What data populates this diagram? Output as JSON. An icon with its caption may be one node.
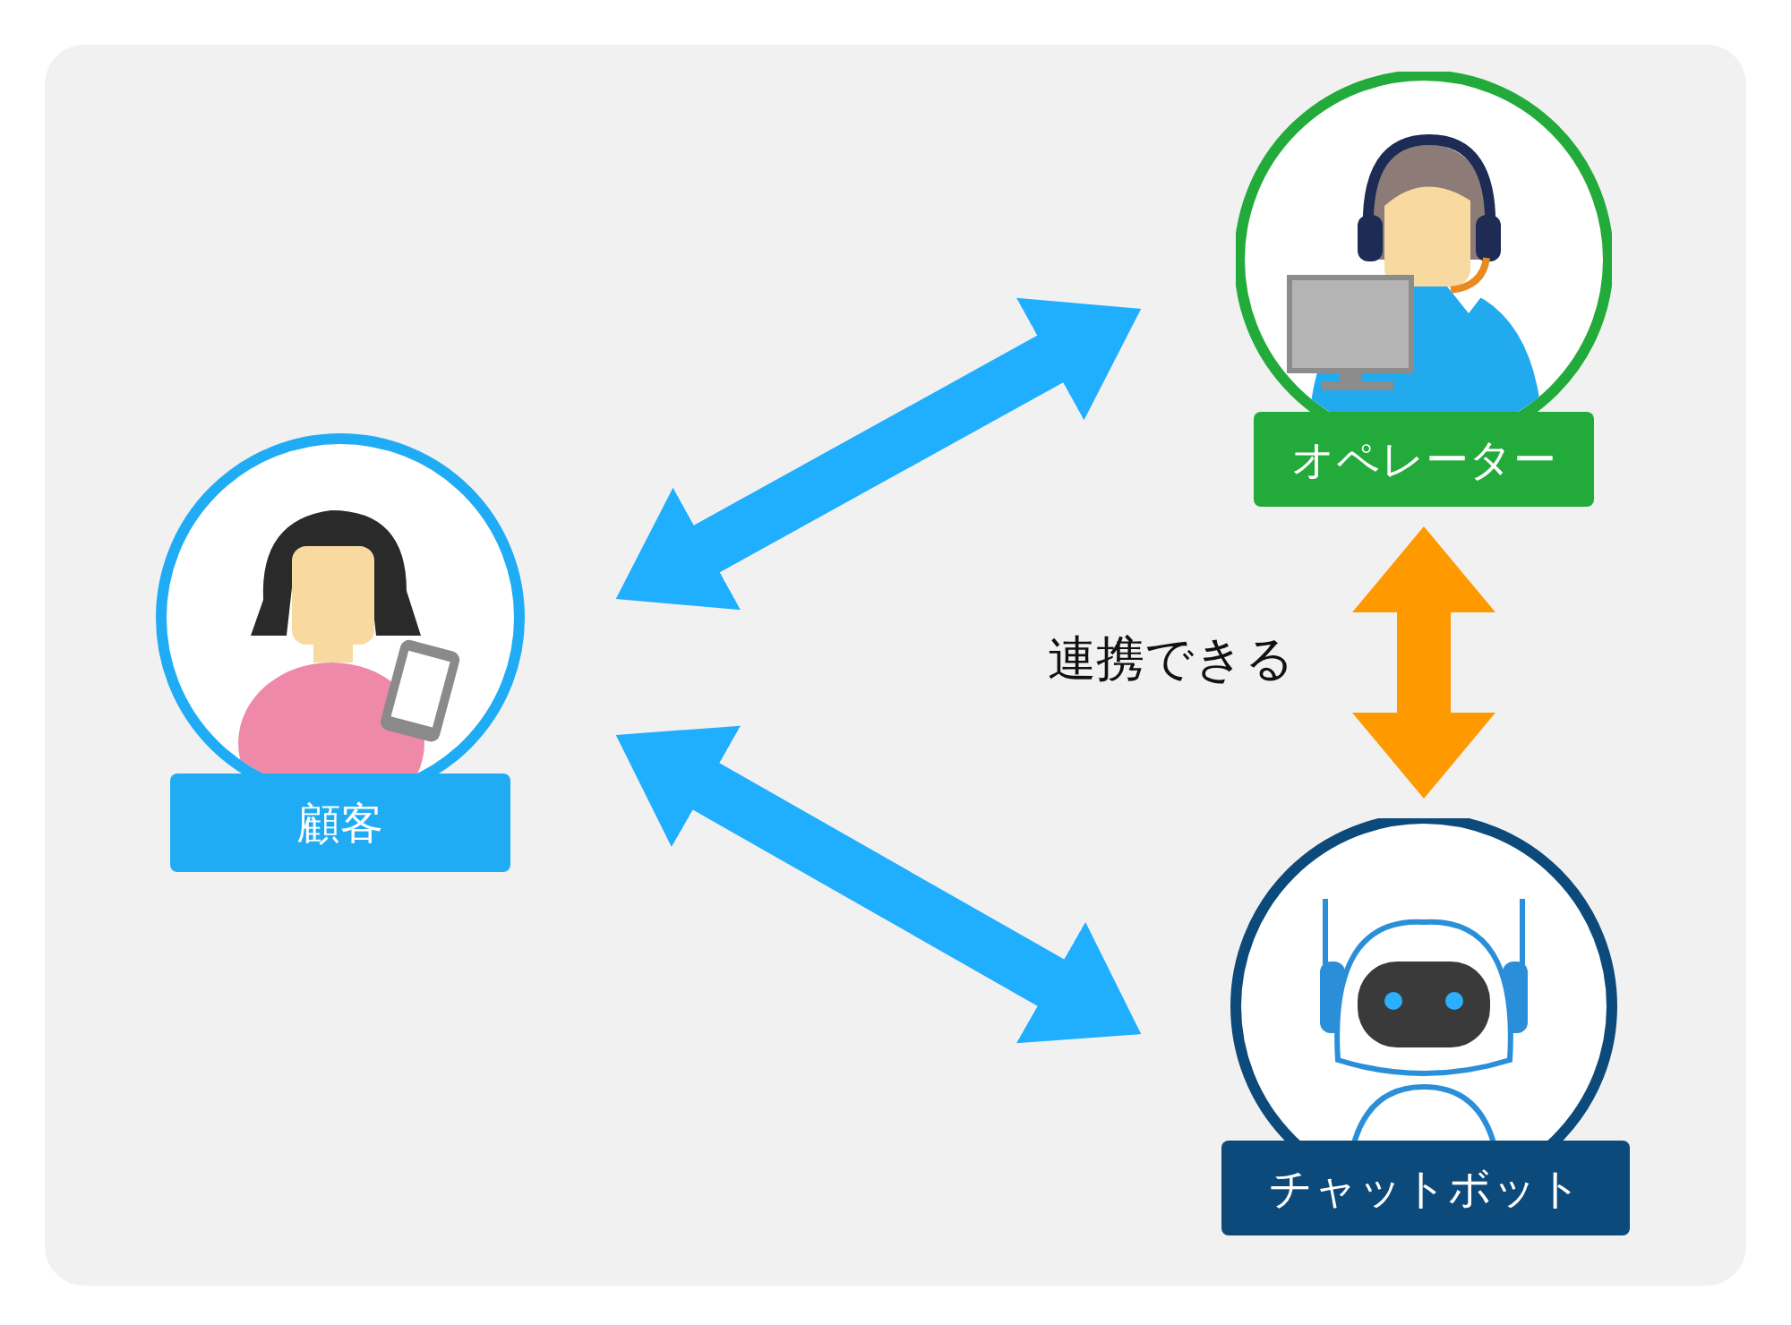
{
  "diagram": {
    "nodes": [
      {
        "text": [
          "顧客"
        ]
      },
      {
        "text": [
          "オペレーター"
        ]
      },
      {
        "text": [
          "チャットボット"
        ]
      }
    ],
    "edges": [
      {
        "from": 0,
        "to": 1,
        "arrow": "both"
      },
      {
        "from": 0,
        "to": 2,
        "arrow": "both"
      },
      {
        "from": 1,
        "to": 2,
        "arrow": "both",
        "label": "連携できる",
        "color": "#ff9900"
      }
    ]
  }
}
